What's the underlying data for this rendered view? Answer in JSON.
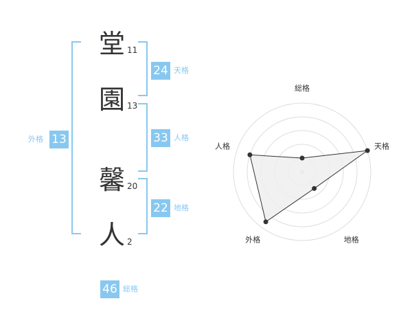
{
  "name": {
    "characters": [
      {
        "char": "堂",
        "strokes": "11"
      },
      {
        "char": "園",
        "strokes": "13"
      },
      {
        "char": "馨",
        "strokes": "20"
      },
      {
        "char": "人",
        "strokes": "2"
      }
    ]
  },
  "fortune": {
    "tenkaku": {
      "value": "24",
      "label": "天格"
    },
    "jinkaku": {
      "value": "33",
      "label": "人格"
    },
    "chikaku": {
      "value": "22",
      "label": "地格"
    },
    "gaikaku": {
      "value": "13",
      "label": "外格"
    },
    "soukaku": {
      "value": "46",
      "label": "総格"
    }
  },
  "chart_data": {
    "type": "radar",
    "axes": [
      "総格",
      "天格",
      "地格",
      "外格",
      "人格"
    ],
    "values": [
      1.0,
      5.0,
      1.5,
      4.5,
      4.0
    ],
    "rings": 5,
    "range": [
      0,
      5
    ],
    "colors": {
      "fill": "#eeeeee",
      "line": "#333333",
      "ring": "#dddddd",
      "center": "#cccccc"
    }
  },
  "colors": {
    "accent": "#88c8f0",
    "text": "#333333"
  }
}
